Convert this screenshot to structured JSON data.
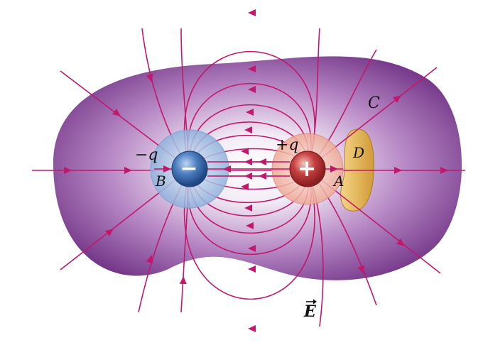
{
  "labels": {
    "neg_charge": "−q",
    "pos_charge": "+q",
    "point_b": "B",
    "point_a": "A",
    "surface_c": "C",
    "surface_d": "D",
    "field": "E"
  },
  "glyphs": {
    "minus": "−",
    "plus": "+"
  },
  "colors": {
    "field_line": "#c2186b",
    "surface_c_fill": "#7a3a8c",
    "surface_c_light": "#ffffff",
    "surface_d_fill": "#e0b24f",
    "neg_sphere": "#3f74b5",
    "neg_halo": "#9dbde2",
    "pos_sphere": "#c0393b",
    "pos_halo": "#f0b8aa"
  }
}
